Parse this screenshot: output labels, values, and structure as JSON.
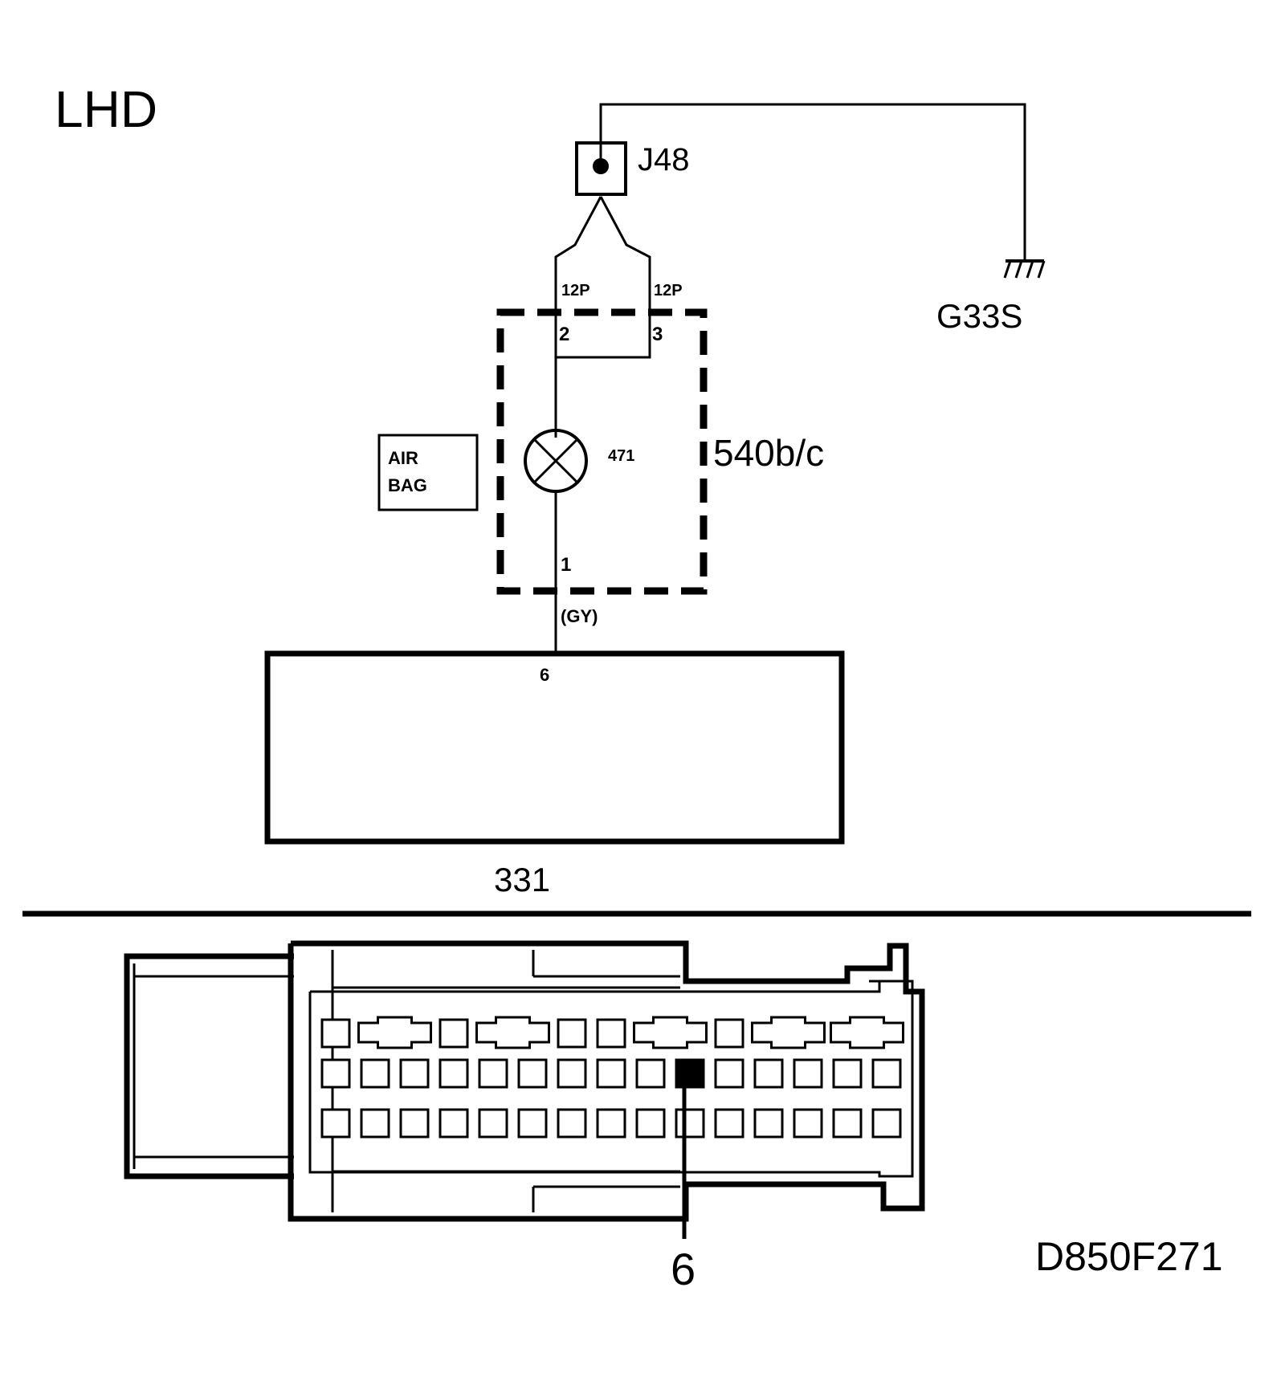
{
  "labels": {
    "variant": "LHD",
    "splice": "J48",
    "ground": "G33S",
    "connector_left": "12P",
    "connector_right": "12P",
    "pin_2": "2",
    "pin_3": "3",
    "lamp_id": "471",
    "lamp_caption_line1": "AIR",
    "lamp_caption_line2": "BAG",
    "module_box": "540b/c",
    "pin_1": "1",
    "wire_color": "(GY)",
    "ecu_pin": "6",
    "ecu_id": "331",
    "pin_callout": "6",
    "figure_code": "D850F271"
  },
  "connector_view": {
    "rows": 3,
    "columns": 15,
    "highlighted_pin": "6",
    "highlight_color": "#000000"
  }
}
